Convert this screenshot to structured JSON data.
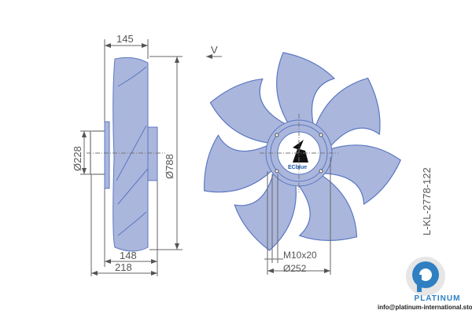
{
  "dimensions": {
    "width_top": "145",
    "diameter_outer": "Ø788",
    "diameter_hub": "Ø228",
    "width_148": "148",
    "width_218": "218",
    "airflow": "V",
    "bolt": "M10x20",
    "bolt_circle": "Ø252"
  },
  "hub_label": "ECblue",
  "part_code": "L-KL-2778-122",
  "watermark": {
    "brand": "PLATINUM",
    "email": "info@platinum-international.store"
  },
  "colors": {
    "blade_fill": "#aab6dc",
    "blade_stroke": "#5b78c2",
    "dimension_line": "#666666",
    "brand": "#2f7fc1"
  }
}
